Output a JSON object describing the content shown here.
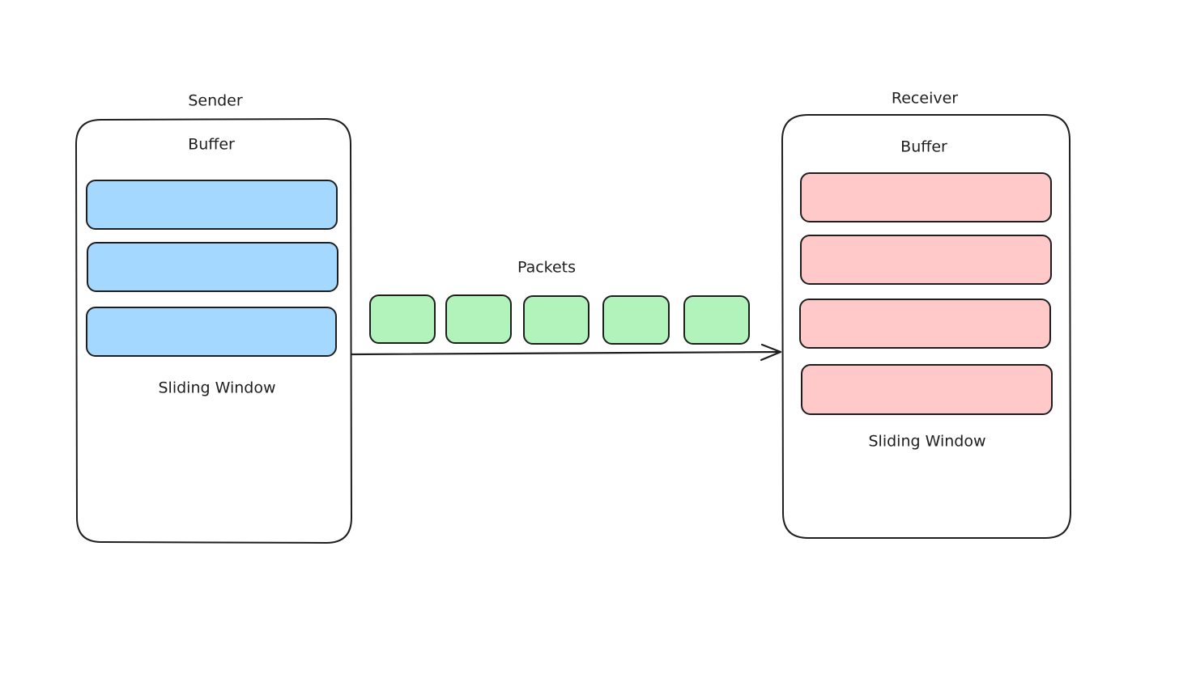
{
  "sender": {
    "title": "Sender",
    "buffer_label": "Buffer",
    "window_label": "Sliding Window",
    "slot_count": 3,
    "slot_color": "#a5d8ff"
  },
  "receiver": {
    "title": "Receiver",
    "buffer_label": "Buffer",
    "window_label": "Sliding Window",
    "slot_count": 4,
    "slot_color": "#ffc9c9"
  },
  "packets": {
    "label": "Packets",
    "count": 5,
    "color": "#b2f2bb"
  },
  "colors": {
    "stroke": "#1e1e1e",
    "background": "#ffffff"
  },
  "arrow": {
    "from": "sender",
    "to": "receiver"
  }
}
